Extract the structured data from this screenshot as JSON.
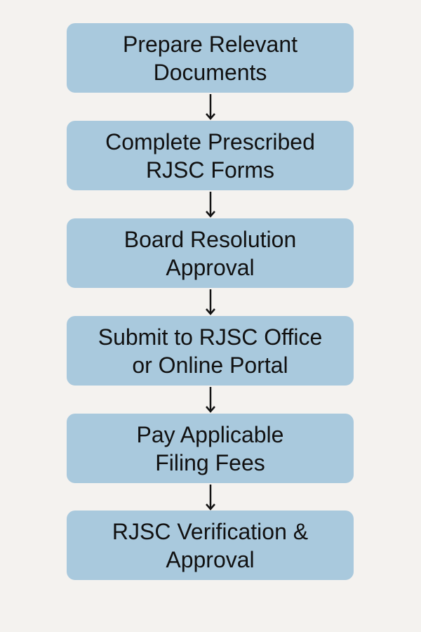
{
  "flowchart": {
    "steps": [
      {
        "line1": "Prepare Relevant",
        "line2": "Documents"
      },
      {
        "line1": "Complete Prescribed",
        "line2": "RJSC Forms"
      },
      {
        "line1": "Board Resolution",
        "line2": "Approval"
      },
      {
        "line1": "Submit to RJSC Office",
        "line2": "or Online Portal"
      },
      {
        "line1": "Pay Applicable",
        "line2": "Filing Fees"
      },
      {
        "line1": "RJSC Verification &",
        "line2": "Approval"
      }
    ],
    "colors": {
      "box_fill": "#a9c9dd",
      "background": "#f4f2ef",
      "text": "#111111",
      "arrow": "#111111"
    }
  }
}
